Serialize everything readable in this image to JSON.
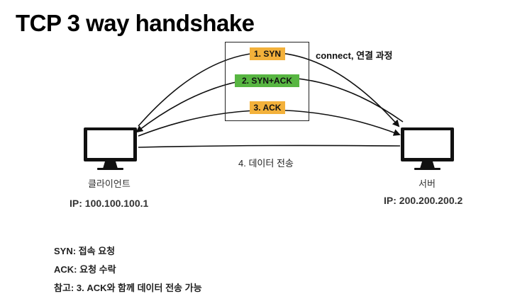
{
  "title": "TCP 3 way handshake",
  "messages": [
    {
      "label": "1. SYN",
      "color": "#f3b13b"
    },
    {
      "label": "2. SYN+ACK",
      "color": "#58b642"
    },
    {
      "label": "3. ACK",
      "color": "#f3b13b"
    }
  ],
  "connect_caption": "connect, 연결 과정",
  "data_transfer": "4. 데이터 전송",
  "client": {
    "label": "클라이언트",
    "ip": "IP: 100.100.100.1"
  },
  "server": {
    "label": "서버",
    "ip": "IP: 200.200.200.2"
  },
  "notes": [
    "SYN: 접속 요청",
    "ACK: 요청 수락",
    "참고: 3. ACK와 함께 데이터 전송 가능"
  ],
  "icons": [
    "monitor-icon"
  ]
}
